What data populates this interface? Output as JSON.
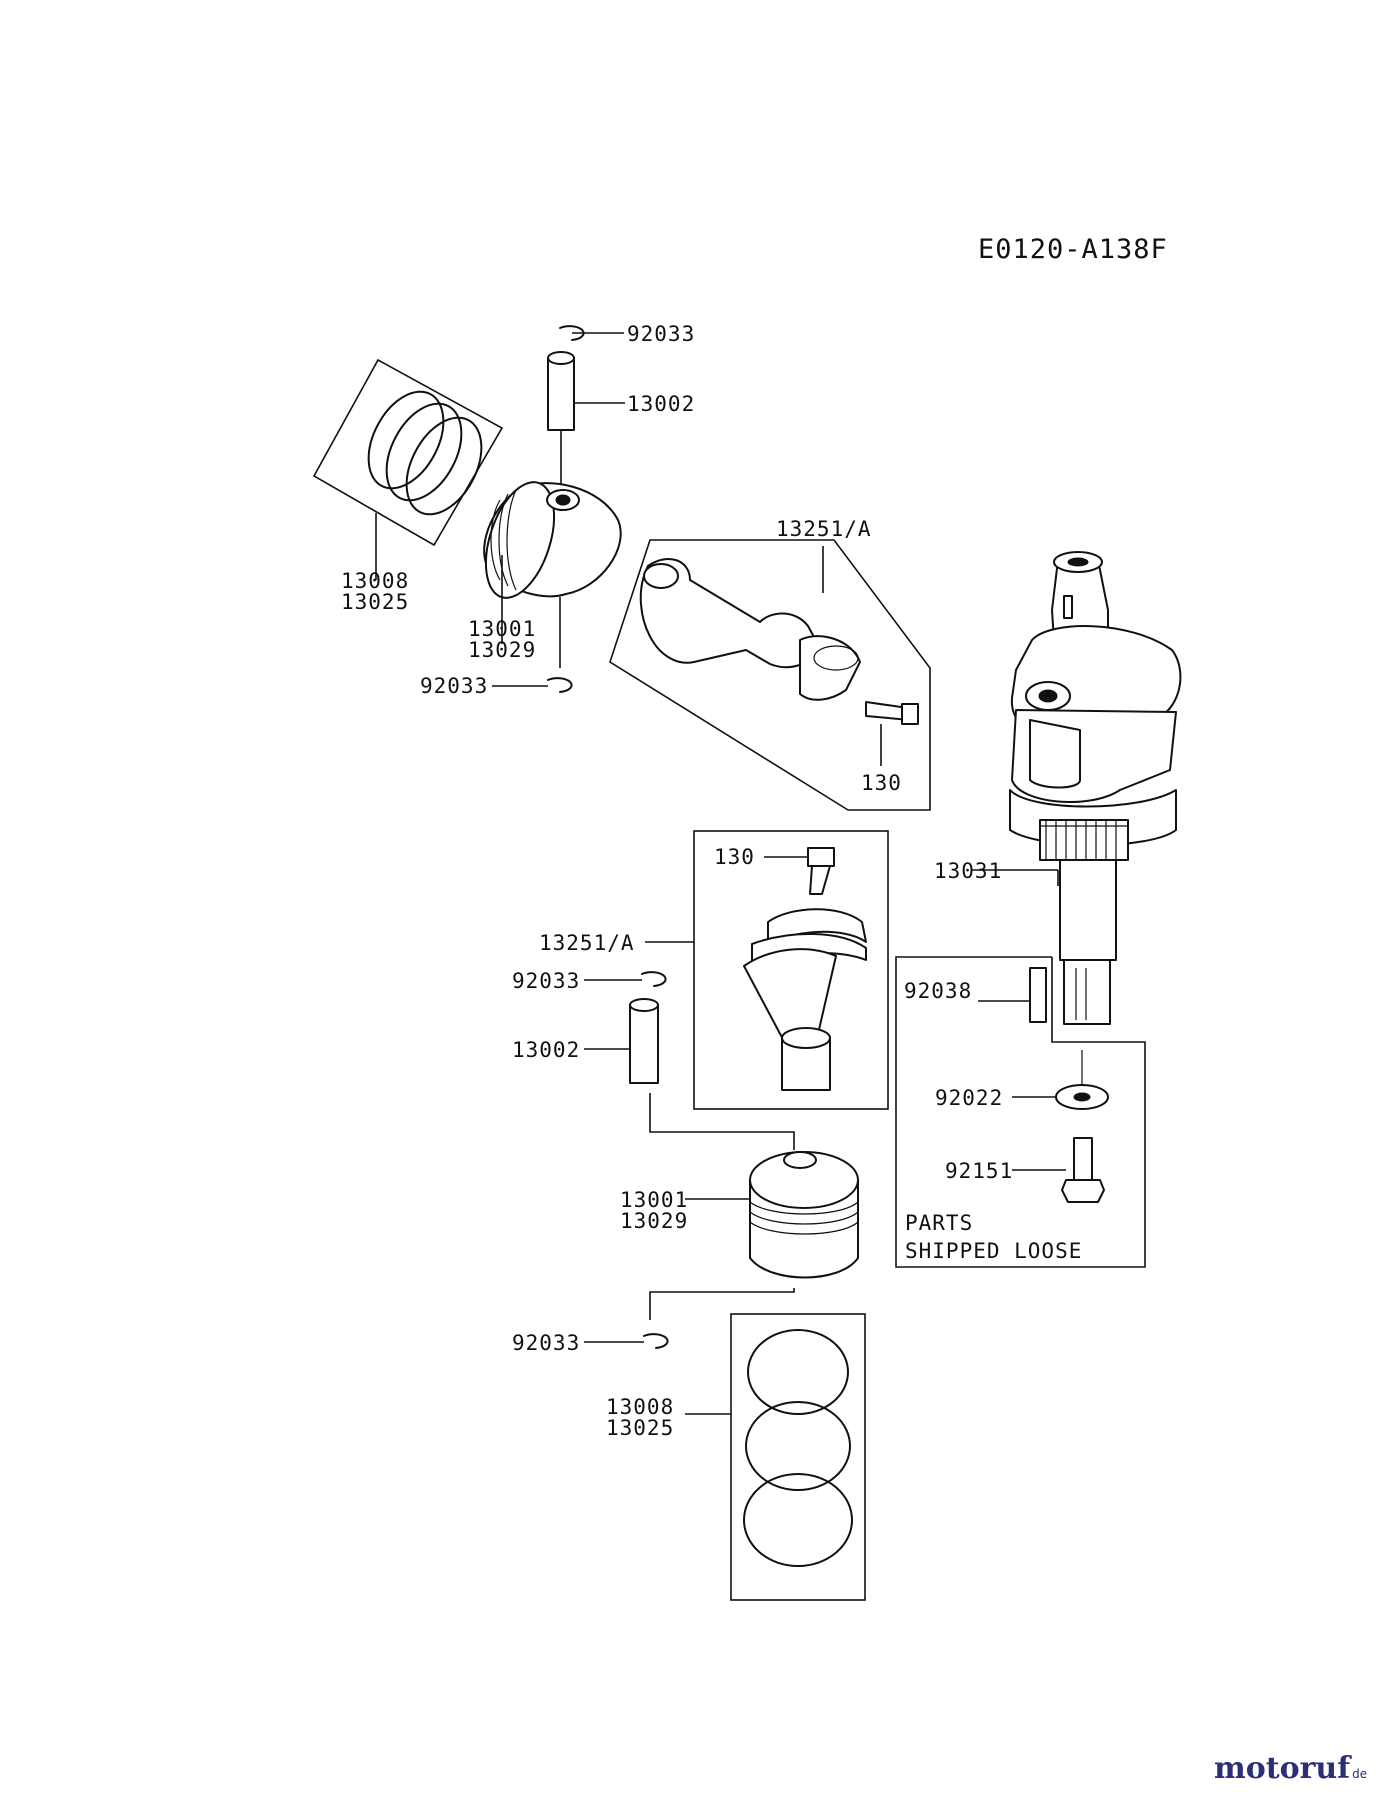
{
  "diagram": {
    "code": "E0120-A138F",
    "loose_box_lines": [
      "PARTS",
      "SHIPPED LOOSE"
    ],
    "callouts": {
      "top_clip_upper": "92033",
      "top_pin": "13002",
      "top_rings_a": "13008",
      "top_rings_b": "13025",
      "top_piston_a": "13001",
      "top_piston_b": "13029",
      "top_clip_lower": "92033",
      "top_rod_assy": "13251/A",
      "top_rod_bolt": "130",
      "crankshaft": "13031",
      "key": "92038",
      "washer": "92022",
      "bolt": "92151",
      "low_rod_bolt": "130",
      "low_rod_assy": "13251/A",
      "low_clip_upper": "92033",
      "low_pin": "13002",
      "low_piston_a": "13001",
      "low_piston_b": "13029",
      "low_clip_lower": "92033",
      "low_rings_a": "13008",
      "low_rings_b": "13025"
    }
  },
  "watermark": {
    "part1": "motoruf",
    "part2": "de"
  }
}
